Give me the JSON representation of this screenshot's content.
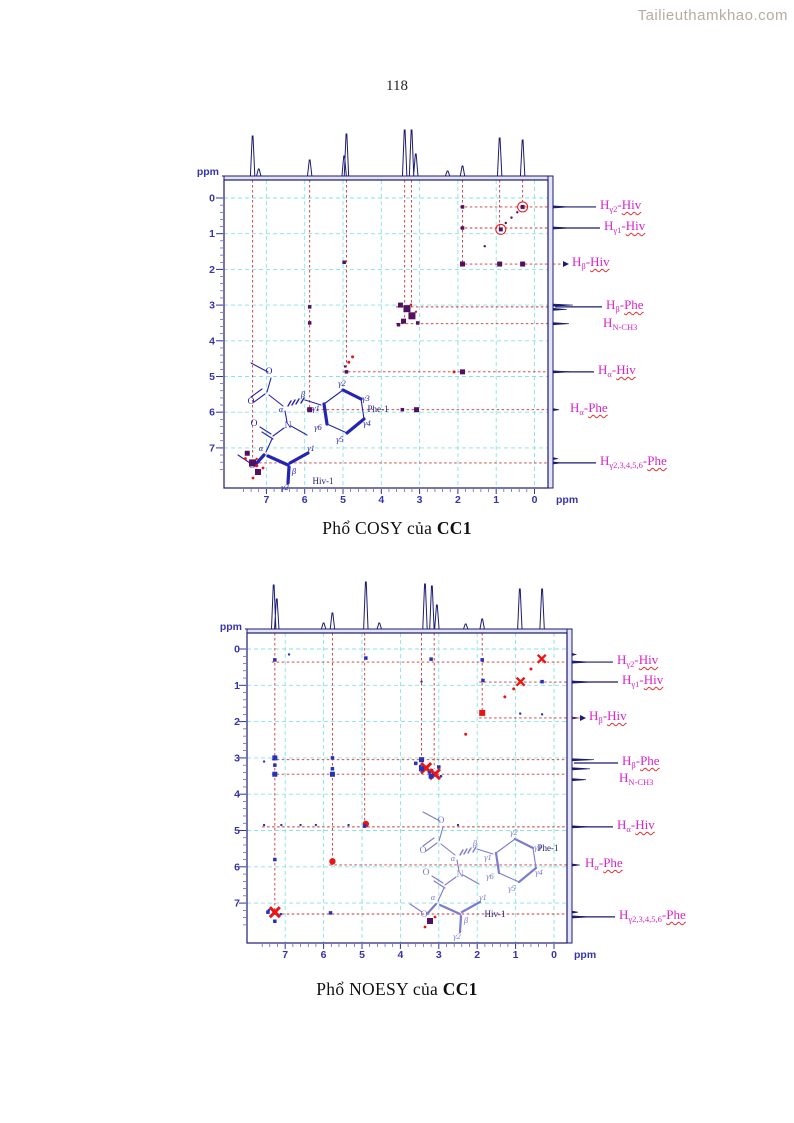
{
  "page": {
    "number": "118",
    "watermark": "Tailieuthamkhao.com"
  },
  "colors": {
    "axis": "#3434ae",
    "trace": "#1b1b72",
    "grid": "#86e3e3",
    "guide": "#cc3333",
    "peak_dark": "#521060",
    "peak_red": "#e81515",
    "peak_blue": "#2333bb",
    "label_magenta": "#d823c8",
    "structure_cosy": "#2424b4",
    "structure_noesy": "#7b7bd0",
    "band": "#e4e4f6",
    "watermark": "#b5ada0"
  },
  "figures": [
    {
      "id": "cosy",
      "caption": {
        "prefix": "Phổ COSY của ",
        "bold": "CC1"
      },
      "axis_unit": "ppm",
      "peak_labels": [
        {
          "base": "H",
          "sub": "γ2",
          "sep": "-",
          "res": "Hiv",
          "ppm": 0.25,
          "leader": true,
          "arrow": false,
          "dx": 47
        },
        {
          "base": "H",
          "sub": "γ1",
          "sep": "-",
          "res": "Hiv",
          "ppm": 0.84,
          "leader": true,
          "arrow": false,
          "dx": 51
        },
        {
          "base": "H",
          "sub": "β",
          "sep": "-",
          "res": "Hiv",
          "ppm": 1.85,
          "leader": false,
          "arrow": true,
          "dx": 15
        },
        {
          "base": "H",
          "sub": "β",
          "sep": "-",
          "res": "Phe",
          "ppm": 3.05,
          "leader": true,
          "arrow": false,
          "dx": 53
        },
        {
          "base": "H",
          "sub": "N-CH3",
          "sep": "",
          "res": "",
          "ppm": 3.55,
          "leader": false,
          "arrow": false,
          "dx": 50
        },
        {
          "base": "H",
          "sub": "α",
          "sep": "-",
          "res": "Hiv",
          "ppm": 4.87,
          "leader": true,
          "arrow": false,
          "dx": 45
        },
        {
          "base": "H",
          "sub": "α",
          "sep": "-",
          "res": "Phe",
          "ppm": 5.94,
          "leader": false,
          "arrow": false,
          "dx": 17
        },
        {
          "base": "H",
          "sub": "γ2,3,4,5,6",
          "sep": "-",
          "res": "Phe",
          "ppm": 7.42,
          "leader": true,
          "arrow": false,
          "dx": 47
        }
      ],
      "structure": {
        "atom_letters": [
          "O",
          "O",
          "N",
          "O",
          "O"
        ],
        "greek": [
          "α",
          "β",
          "γ1",
          "γ2",
          "γ3",
          "γ4",
          "γ5",
          "γ6",
          "α",
          "β",
          "γ1",
          "γ2"
        ],
        "tag_phe": "Phe-1",
        "tag_hiv": "Hiv-1"
      },
      "chart_data": {
        "type": "scatter",
        "title": "Phổ COSY của CC1",
        "xlabel": "ppm",
        "ylabel": "ppm",
        "xlim": [
          8.1,
          -0.35
        ],
        "ylim": [
          -0.5,
          8.1
        ],
        "xticks": [
          7,
          6,
          5,
          4,
          3,
          2,
          1,
          0
        ],
        "yticks": [
          0,
          1,
          2,
          3,
          4,
          5,
          6,
          7
        ],
        "grid": true,
        "top_trace_peaks": [
          {
            "ppm": 7.36,
            "h": 40
          },
          {
            "ppm": 7.2,
            "h": 7
          },
          {
            "ppm": 5.87,
            "h": 16
          },
          {
            "ppm": 4.97,
            "h": 20
          },
          {
            "ppm": 4.91,
            "h": 42
          },
          {
            "ppm": 3.39,
            "h": 46
          },
          {
            "ppm": 3.21,
            "h": 46
          },
          {
            "ppm": 3.1,
            "h": 22
          },
          {
            "ppm": 2.27,
            "h": 5
          },
          {
            "ppm": 1.88,
            "h": 10
          },
          {
            "ppm": 0.91,
            "h": 38
          },
          {
            "ppm": 0.31,
            "h": 36
          }
        ],
        "right_spikes": [
          {
            "ppm": 0.25,
            "len": 16
          },
          {
            "ppm": 0.84,
            "len": 18
          },
          {
            "ppm": 3.0,
            "len": 20
          },
          {
            "ppm": 3.12,
            "len": 14
          },
          {
            "ppm": 3.52,
            "len": 16
          },
          {
            "ppm": 4.87,
            "len": 18
          },
          {
            "ppm": 5.93,
            "len": 6
          },
          {
            "ppm": 7.3,
            "len": 5
          },
          {
            "ppm": 7.42,
            "len": 8
          }
        ],
        "guide_columns": [
          {
            "ppm": 7.36,
            "to": 7.42
          },
          {
            "ppm": 5.87,
            "to": 5.93
          },
          {
            "ppm": 4.91,
            "to": 4.87
          },
          {
            "ppm": 3.39,
            "to": 3.52
          },
          {
            "ppm": 3.21,
            "to": 3.05
          },
          {
            "ppm": 1.88,
            "to": 1.85
          },
          {
            "ppm": 0.91,
            "to": 0.84
          },
          {
            "ppm": 0.31,
            "to": 0.25
          }
        ],
        "guide_rows": [
          {
            "ppm": 0.25,
            "from": 1.95
          },
          {
            "ppm": 0.84,
            "from": 1.95
          },
          {
            "ppm": 1.85,
            "from": 1.95
          },
          {
            "ppm": 3.05,
            "from": 3.62
          },
          {
            "ppm": 3.52,
            "from": 3.62
          },
          {
            "ppm": 4.87,
            "from": 5.0
          },
          {
            "ppm": 5.93,
            "from": 5.95
          },
          {
            "ppm": 7.42,
            "from": 7.45
          }
        ],
        "peaks": [
          {
            "x": 7.36,
            "y": 7.42,
            "kind": "sq-lg"
          },
          {
            "x": 7.5,
            "y": 7.15,
            "kind": "sq"
          },
          {
            "x": 7.55,
            "y": 7.3,
            "kind": "red-dot"
          },
          {
            "x": 7.25,
            "y": 7.5,
            "kind": "red-dot"
          },
          {
            "x": 5.87,
            "y": 5.93,
            "kind": "sq"
          },
          {
            "x": 4.91,
            "y": 4.87,
            "kind": "sq-sm"
          },
          {
            "x": 4.85,
            "y": 4.6,
            "kind": "red-dot"
          },
          {
            "x": 4.75,
            "y": 4.45,
            "kind": "red-dot"
          },
          {
            "x": 4.95,
            "y": 4.72,
            "kind": "dot"
          },
          {
            "x": 3.5,
            "y": 3.0,
            "kind": "sq"
          },
          {
            "x": 3.33,
            "y": 3.1,
            "kind": "sq-lg"
          },
          {
            "x": 3.2,
            "y": 3.3,
            "kind": "sq-lg"
          },
          {
            "x": 3.42,
            "y": 3.45,
            "kind": "sq"
          },
          {
            "x": 3.55,
            "y": 3.55,
            "kind": "sq-sm"
          },
          {
            "x": 3.05,
            "y": 3.5,
            "kind": "sq-sm"
          },
          {
            "x": 5.87,
            "y": 3.05,
            "kind": "sq-sm"
          },
          {
            "x": 5.87,
            "y": 3.5,
            "kind": "sq-sm"
          },
          {
            "x": 1.88,
            "y": 1.85,
            "kind": "sq"
          },
          {
            "x": 0.91,
            "y": 1.85,
            "kind": "sq"
          },
          {
            "x": 0.31,
            "y": 1.85,
            "kind": "sq"
          },
          {
            "x": 1.88,
            "y": 0.25,
            "kind": "sq-sm"
          },
          {
            "x": 1.88,
            "y": 0.84,
            "kind": "sq-sm"
          },
          {
            "x": 0.88,
            "y": 0.88,
            "kind": "ring"
          },
          {
            "x": 0.31,
            "y": 0.25,
            "kind": "ring"
          },
          {
            "x": 0.6,
            "y": 0.55,
            "kind": "dot"
          },
          {
            "x": 0.45,
            "y": 0.4,
            "kind": "dot"
          },
          {
            "x": 0.75,
            "y": 0.7,
            "kind": "dot"
          },
          {
            "x": 1.3,
            "y": 1.35,
            "kind": "dot"
          },
          {
            "x": 1.88,
            "y": 4.87,
            "kind": "sq"
          },
          {
            "x": 2.1,
            "y": 4.87,
            "kind": "red-dot"
          },
          {
            "x": 4.97,
            "y": 1.8,
            "kind": "sq-sm"
          },
          {
            "x": 3.45,
            "y": 5.93,
            "kind": "sq-sm"
          },
          {
            "x": 3.08,
            "y": 5.93,
            "kind": "sq"
          }
        ]
      }
    },
    {
      "id": "noesy",
      "caption": {
        "prefix": "Phổ NOESY của ",
        "bold": "CC1"
      },
      "axis_unit": "ppm",
      "peak_labels": [
        {
          "base": "H",
          "sub": "γ2",
          "sep": "-",
          "res": "Hiv",
          "ppm": 0.36,
          "leader": true,
          "arrow": false,
          "dx": 45
        },
        {
          "base": "H",
          "sub": "γ1",
          "sep": "-",
          "res": "Hiv",
          "ppm": 0.91,
          "leader": true,
          "arrow": false,
          "dx": 50
        },
        {
          "base": "H",
          "sub": "β",
          "sep": "-",
          "res": "Hiv",
          "ppm": 1.9,
          "leader": false,
          "arrow": true,
          "dx": 13
        },
        {
          "base": "H",
          "sub": "β",
          "sep": "-",
          "res": "Phe",
          "ppm": 3.14,
          "leader": true,
          "arrow": false,
          "dx": 50
        },
        {
          "base": "H",
          "sub": "N-CH3",
          "sep": "",
          "res": "",
          "ppm": 3.6,
          "leader": false,
          "arrow": false,
          "dx": 47
        },
        {
          "base": "H",
          "sub": "α",
          "sep": "-",
          "res": "Hiv",
          "ppm": 4.9,
          "leader": true,
          "arrow": false,
          "dx": 45
        },
        {
          "base": "H",
          "sub": "α",
          "sep": "-",
          "res": "Phe",
          "ppm": 5.95,
          "leader": false,
          "arrow": false,
          "dx": 13
        },
        {
          "base": "H",
          "sub": "γ2,3,4,5,6",
          "sep": "-",
          "res": "Phe",
          "ppm": 7.38,
          "leader": true,
          "arrow": false,
          "dx": 47
        }
      ],
      "structure": {
        "atom_letters": [
          "O",
          "O",
          "N",
          "O",
          "O"
        ],
        "greek": [
          "α",
          "β",
          "γ1",
          "γ2",
          "γ3",
          "γ4",
          "γ5",
          "γ6",
          "α",
          "β",
          "γ1",
          "γ2"
        ],
        "tag_phe": "Phe-1",
        "tag_hiv": "Hiv-1"
      },
      "chart_data": {
        "type": "scatter",
        "title": "Phổ NOESY của CC1",
        "xlabel": "ppm",
        "ylabel": "ppm",
        "xlim": [
          8.0,
          -0.34
        ],
        "ylim": [
          -0.44,
          8.1
        ],
        "xticks": [
          7,
          6,
          5,
          4,
          3,
          2,
          1,
          0
        ],
        "yticks": [
          0,
          1,
          2,
          3,
          4,
          5,
          6,
          7
        ],
        "grid": true,
        "top_trace_peaks": [
          {
            "ppm": 7.3,
            "h": 44
          },
          {
            "ppm": 7.22,
            "h": 30
          },
          {
            "ppm": 6.0,
            "h": 6
          },
          {
            "ppm": 5.77,
            "h": 16
          },
          {
            "ppm": 4.9,
            "h": 47
          },
          {
            "ppm": 4.55,
            "h": 6
          },
          {
            "ppm": 3.36,
            "h": 45
          },
          {
            "ppm": 3.18,
            "h": 43
          },
          {
            "ppm": 3.05,
            "h": 24
          },
          {
            "ppm": 2.3,
            "h": 5
          },
          {
            "ppm": 1.87,
            "h": 10
          },
          {
            "ppm": 0.89,
            "h": 40
          },
          {
            "ppm": 0.31,
            "h": 40
          }
        ],
        "right_spikes": [
          {
            "ppm": 0.36,
            "len": 18
          },
          {
            "ppm": 0.91,
            "len": 20
          },
          {
            "ppm": 1.9,
            "len": 6
          },
          {
            "ppm": 3.05,
            "len": 22
          },
          {
            "ppm": 3.3,
            "len": 18
          },
          {
            "ppm": 3.6,
            "len": 14
          },
          {
            "ppm": 4.9,
            "len": 20
          },
          {
            "ppm": 5.95,
            "len": 8
          },
          {
            "ppm": 7.25,
            "len": 6
          },
          {
            "ppm": 7.38,
            "len": 18
          },
          {
            "ppm": 0.15,
            "len": 4
          }
        ],
        "guide_columns": [
          {
            "ppm": 7.27,
            "to": 7.3
          },
          {
            "ppm": 5.77,
            "to": 5.95
          },
          {
            "ppm": 4.93,
            "to": 4.9
          },
          {
            "ppm": 3.45,
            "to": 3.45
          },
          {
            "ppm": 3.12,
            "to": 3.3
          },
          {
            "ppm": 1.87,
            "to": 1.9
          }
        ],
        "guide_rows": [
          {
            "ppm": 0.36,
            "from": 7.35
          },
          {
            "ppm": 0.91,
            "from": 1.95
          },
          {
            "ppm": 1.9,
            "from": 1.95
          },
          {
            "ppm": 3.05,
            "from": 7.35
          },
          {
            "ppm": 3.45,
            "from": 7.35
          },
          {
            "ppm": 4.9,
            "from": 7.6
          },
          {
            "ppm": 5.95,
            "from": 5.85
          },
          {
            "ppm": 7.3,
            "from": 7.35
          }
        ],
        "peaks": [
          {
            "x": 7.27,
            "y": 7.25,
            "kind": "red-lg"
          },
          {
            "x": 5.77,
            "y": 5.85,
            "kind": "red-md"
          },
          {
            "x": 4.9,
            "y": 4.82,
            "kind": "red-md"
          },
          {
            "x": 3.33,
            "y": 3.28,
            "kind": "red-lg"
          },
          {
            "x": 3.1,
            "y": 3.45,
            "kind": "red-lg"
          },
          {
            "x": 1.87,
            "y": 1.76,
            "kind": "red-sq"
          },
          {
            "x": 1.28,
            "y": 1.32,
            "kind": "red-dot"
          },
          {
            "x": 0.87,
            "y": 0.9,
            "kind": "red-x"
          },
          {
            "x": 0.32,
            "y": 0.27,
            "kind": "red-x"
          },
          {
            "x": 0.6,
            "y": 0.55,
            "kind": "red-dot"
          },
          {
            "x": 1.05,
            "y": 1.1,
            "kind": "red-dot"
          },
          {
            "x": 2.3,
            "y": 2.35,
            "kind": "red-dot"
          },
          {
            "x": 7.27,
            "y": 0.3,
            "kind": "blue-sm"
          },
          {
            "x": 7.27,
            "y": 3.0,
            "kind": "blue"
          },
          {
            "x": 7.27,
            "y": 3.2,
            "kind": "blue-sm"
          },
          {
            "x": 7.27,
            "y": 3.45,
            "kind": "blue"
          },
          {
            "x": 7.27,
            "y": 5.8,
            "kind": "blue-sm"
          },
          {
            "x": 7.55,
            "y": 3.1,
            "kind": "dot-b"
          },
          {
            "x": 7.27,
            "y": 7.5,
            "kind": "blue-sm"
          },
          {
            "x": 7.45,
            "y": 7.25,
            "kind": "blue-sm"
          },
          {
            "x": 5.77,
            "y": 3.0,
            "kind": "blue-sm"
          },
          {
            "x": 5.77,
            "y": 3.3,
            "kind": "blue-sm"
          },
          {
            "x": 5.77,
            "y": 3.45,
            "kind": "blue"
          },
          {
            "x": 5.82,
            "y": 7.27,
            "kind": "blue-sm"
          },
          {
            "x": 3.45,
            "y": 3.05,
            "kind": "blue"
          },
          {
            "x": 3.45,
            "y": 3.3,
            "kind": "blue"
          },
          {
            "x": 3.2,
            "y": 3.5,
            "kind": "blue"
          },
          {
            "x": 3.0,
            "y": 3.25,
            "kind": "blue-sm"
          },
          {
            "x": 3.6,
            "y": 3.15,
            "kind": "blue-sm"
          },
          {
            "x": 4.9,
            "y": 0.25,
            "kind": "blue-sm"
          },
          {
            "x": 3.2,
            "y": 0.28,
            "kind": "blue-sm"
          },
          {
            "x": 1.87,
            "y": 0.3,
            "kind": "blue-sm"
          },
          {
            "x": 6.9,
            "y": 0.15,
            "kind": "dot-b"
          },
          {
            "x": 1.85,
            "y": 0.87,
            "kind": "blue-sm"
          },
          {
            "x": 0.31,
            "y": 0.9,
            "kind": "blue-sm"
          },
          {
            "x": 3.45,
            "y": 0.9,
            "kind": "dot-b"
          },
          {
            "x": 0.88,
            "y": 1.78,
            "kind": "dot-b"
          },
          {
            "x": 0.31,
            "y": 1.8,
            "kind": "dot-b"
          },
          {
            "x": 7.55,
            "y": 4.85,
            "kind": "dot-b"
          },
          {
            "x": 7.1,
            "y": 4.85,
            "kind": "dot-b"
          },
          {
            "x": 6.6,
            "y": 4.85,
            "kind": "dot-b"
          },
          {
            "x": 6.2,
            "y": 4.85,
            "kind": "dot-b"
          },
          {
            "x": 5.35,
            "y": 4.85,
            "kind": "dot-b"
          },
          {
            "x": 2.5,
            "y": 4.85,
            "kind": "dot-b"
          },
          {
            "x": 4.93,
            "y": 4.88,
            "kind": "blue-sm"
          }
        ]
      }
    }
  ]
}
